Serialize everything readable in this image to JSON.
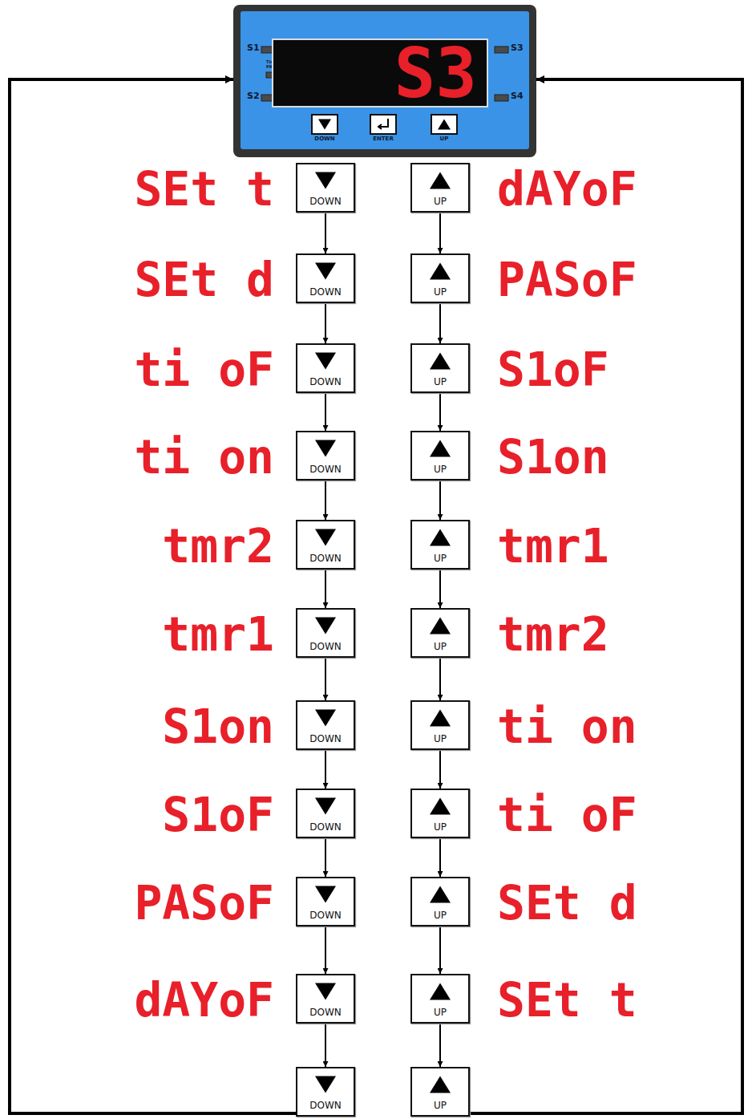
{
  "diagram": {
    "nodes": [
      {
        "text": [
          "S1",
          "Timer PRG1",
          "S2",
          "S3",
          "S4"
        ]
      },
      {
        "text": [
          "S3"
        ],
        "in": 0
      },
      {
        "text": [
          "DOWN"
        ],
        "in": 0
      },
      {
        "text": [
          "ENTER"
        ],
        "in": 0
      },
      {
        "text": [
          "UP"
        ],
        "in": 0
      },
      {
        "text": [
          "DOWN"
        ]
      },
      {
        "text": [
          "DOWN"
        ]
      },
      {
        "text": [
          "DOWN"
        ]
      },
      {
        "text": [
          "DOWN"
        ]
      },
      {
        "text": [
          "DOWN"
        ]
      },
      {
        "text": [
          "DOWN"
        ]
      },
      {
        "text": [
          "DOWN"
        ]
      },
      {
        "text": [
          "DOWN"
        ]
      },
      {
        "text": [
          "DOWN"
        ]
      },
      {
        "text": [
          "DOWN"
        ]
      },
      {
        "text": [
          "DOWN"
        ]
      },
      {
        "text": [
          "UP"
        ]
      },
      {
        "text": [
          "UP"
        ]
      },
      {
        "text": [
          "UP"
        ]
      },
      {
        "text": [
          "UP"
        ]
      },
      {
        "text": [
          "UP"
        ]
      },
      {
        "text": [
          "UP"
        ]
      },
      {
        "text": [
          "UP"
        ]
      },
      {
        "text": [
          "UP"
        ]
      },
      {
        "text": [
          "UP"
        ]
      },
      {
        "text": [
          "UP"
        ]
      },
      {
        "text": [
          "UP"
        ]
      }
    ],
    "edges": [
      {
        "from": 5,
        "to": 6,
        "arrow": "to"
      },
      {
        "from": 6,
        "to": 7,
        "arrow": "to"
      },
      {
        "from": 7,
        "to": 8,
        "arrow": "to"
      },
      {
        "from": 8,
        "to": 9,
        "arrow": "to"
      },
      {
        "from": 9,
        "to": 10,
        "arrow": "to"
      },
      {
        "from": 10,
        "to": 11,
        "arrow": "to"
      },
      {
        "from": 11,
        "to": 12,
        "arrow": "to"
      },
      {
        "from": 12,
        "to": 13,
        "arrow": "to"
      },
      {
        "from": 13,
        "to": 14,
        "arrow": "to"
      },
      {
        "from": 14,
        "to": 15,
        "arrow": "to"
      },
      {
        "from": 16,
        "to": 17,
        "arrow": "to"
      },
      {
        "from": 17,
        "to": 18,
        "arrow": "to"
      },
      {
        "from": 18,
        "to": 19,
        "arrow": "to"
      },
      {
        "from": 19,
        "to": 20,
        "arrow": "to"
      },
      {
        "from": 20,
        "to": 21,
        "arrow": "to"
      },
      {
        "from": 21,
        "to": 22,
        "arrow": "to"
      },
      {
        "from": 22,
        "to": 23,
        "arrow": "to"
      },
      {
        "from": 23,
        "to": 24,
        "arrow": "to"
      },
      {
        "from": 24,
        "to": 25,
        "arrow": "to"
      },
      {
        "from": 25,
        "to": 26,
        "arrow": "to"
      },
      {
        "from": 15,
        "to": 0,
        "arrow": "to"
      },
      {
        "from": 26,
        "to": 0,
        "arrow": "to"
      }
    ],
    "labels": [
      "SEt t",
      "SEt d",
      "ti oF",
      "ti on",
      "tmr2",
      "tmr1",
      "S1on",
      "S1oF",
      "PASoF",
      "dAYoF",
      "dAYoF",
      "PASoF",
      "S1oF",
      "S1on",
      "tmr1",
      "tmr2",
      "ti on",
      "ti oF",
      "SEt d",
      "SEt t"
    ]
  }
}
